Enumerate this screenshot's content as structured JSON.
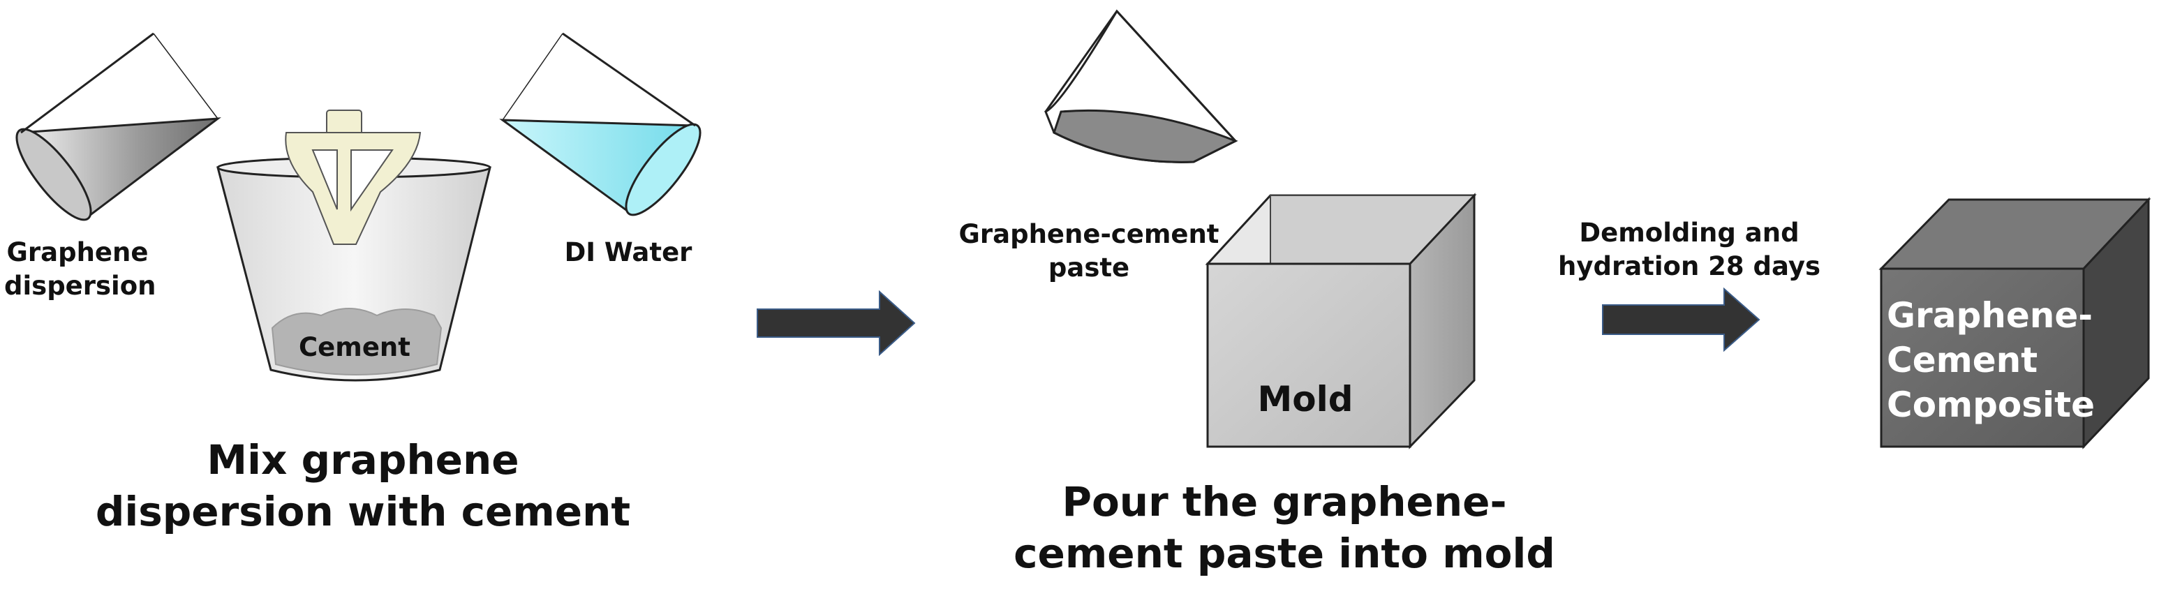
{
  "step1": {
    "graphene_label": [
      "Graphene",
      "dispersion"
    ],
    "water_label": "DI Water",
    "cement_label": "Cement",
    "caption": [
      "Mix graphene",
      "dispersion with cement"
    ]
  },
  "step2": {
    "paste_label": [
      "Graphene-cement",
      "paste"
    ],
    "mold_label": "Mold",
    "caption": [
      "Pour the graphene-",
      "cement paste into mold"
    ]
  },
  "step3": {
    "arrow_label": [
      "Demolding and",
      "hydration 28 days"
    ],
    "product_label": [
      "Graphene-",
      "Cement",
      "Composite"
    ]
  },
  "colors": {
    "arrow": "#333333",
    "water": "#8fe3ee",
    "graphene": "#8f8f8f",
    "mixer": "#f2f0d2",
    "composite": "#555555"
  }
}
